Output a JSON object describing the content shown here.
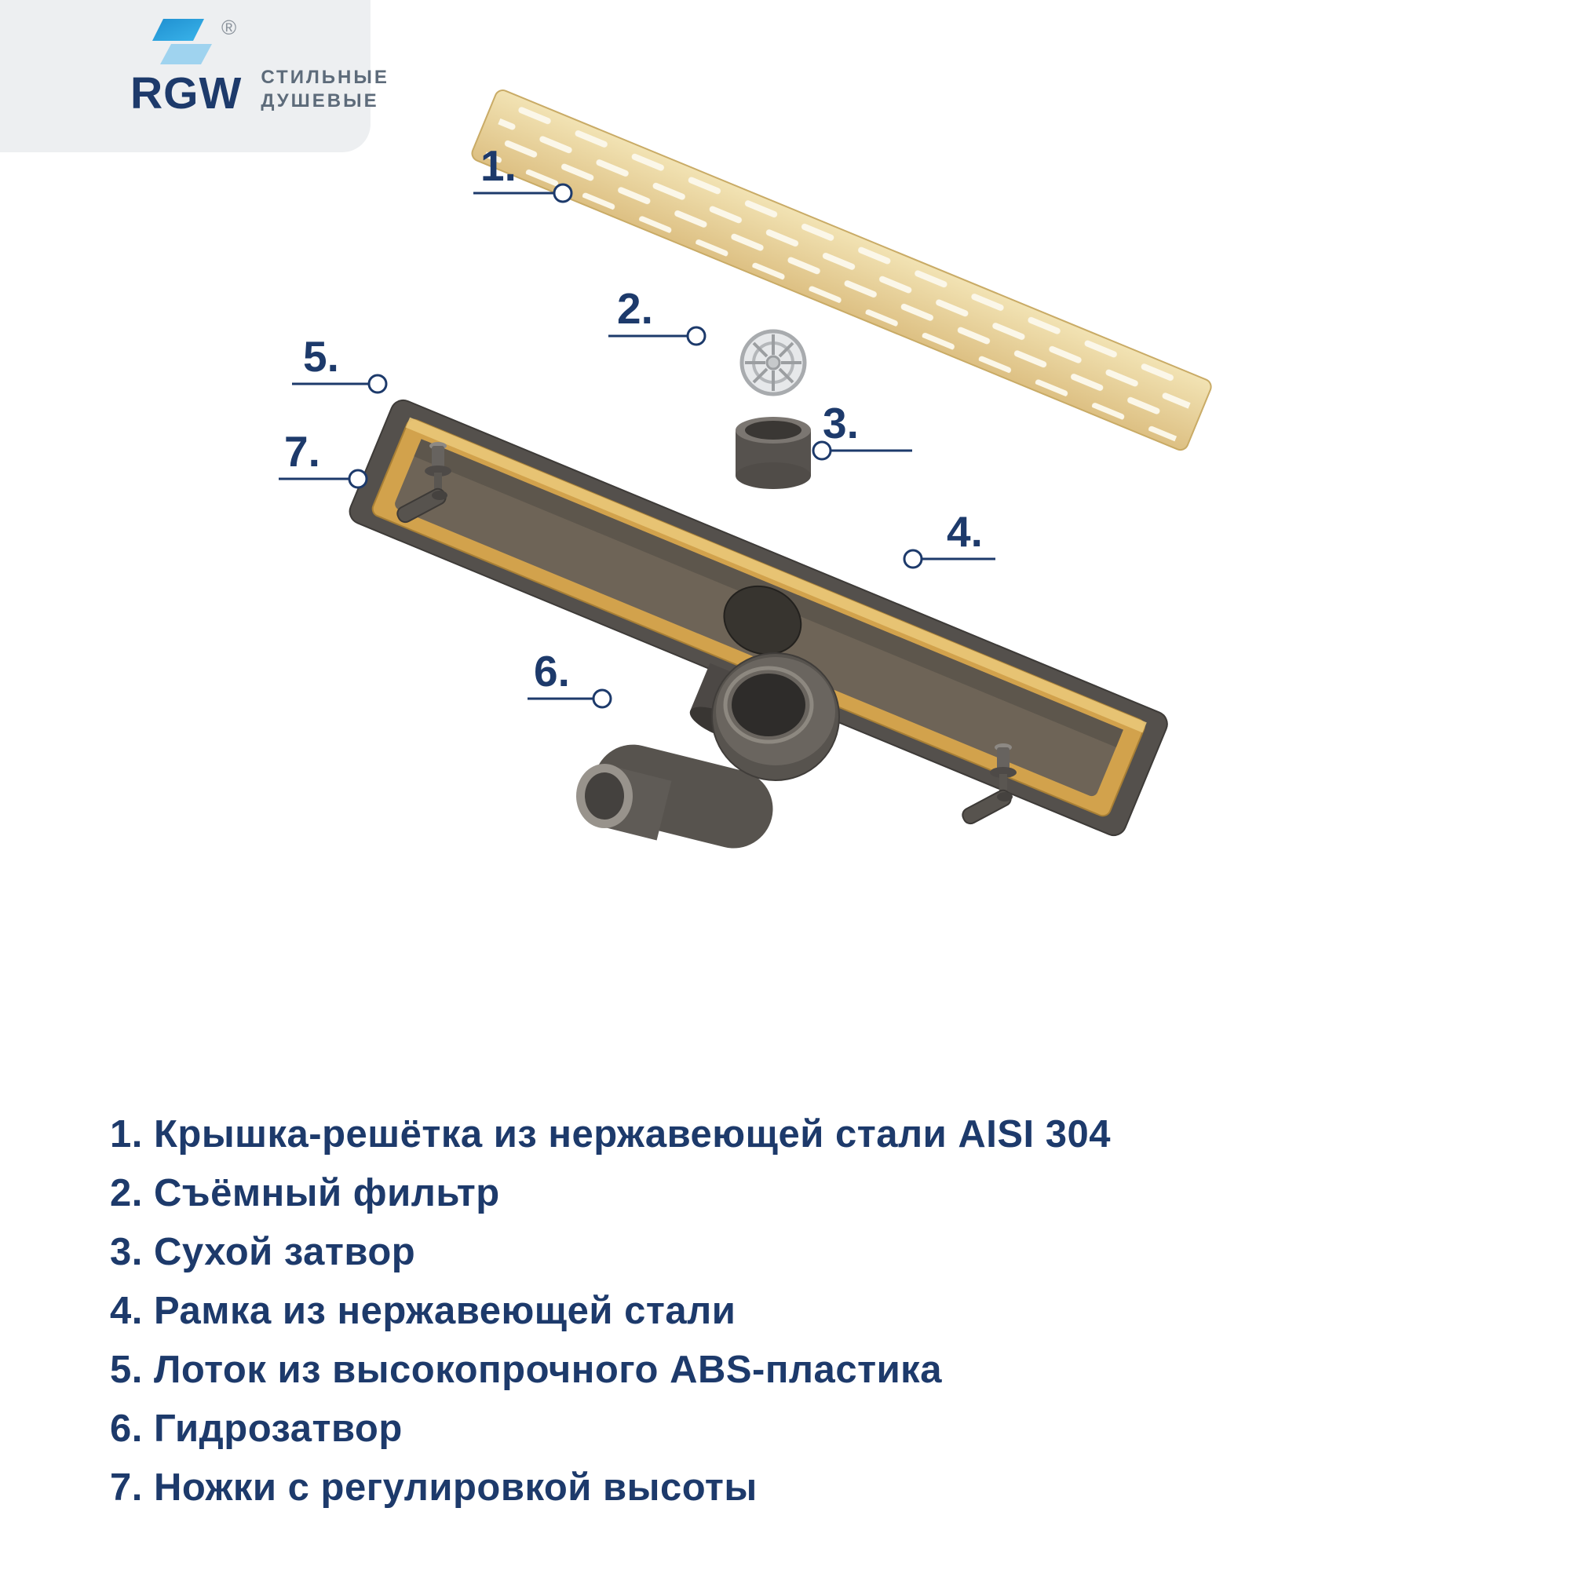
{
  "brand": {
    "name": "RGW",
    "registered": "®",
    "tagline_line1": "СТИЛЬНЫЕ",
    "tagline_line2": "ДУШЕВЫЕ"
  },
  "callouts": [
    "1.",
    "2.",
    "3.",
    "4.",
    "5.",
    "6.",
    "7."
  ],
  "legend": {
    "items": [
      "1. Крышка-решётка из нержавеющей стали AISI 304",
      "2. Съёмный фильтр",
      "3. Сухой затвор",
      "4. Рамка из нержавеющей стали",
      "5. Лоток из высокопрочного ABS-пластика",
      "6. Гидрозатвор",
      "7. Ножки с регулировкой высоты"
    ]
  },
  "colors": {
    "accent_navy": "#1d3a6b",
    "brand_blue": "#2aa7e0",
    "brand_blue_light": "#9fd3ef",
    "panel_gray": "#edeff1",
    "grate_gold": "#e7cf96",
    "tray_gold": "#d2a24c",
    "part_gray": "#57534e"
  }
}
